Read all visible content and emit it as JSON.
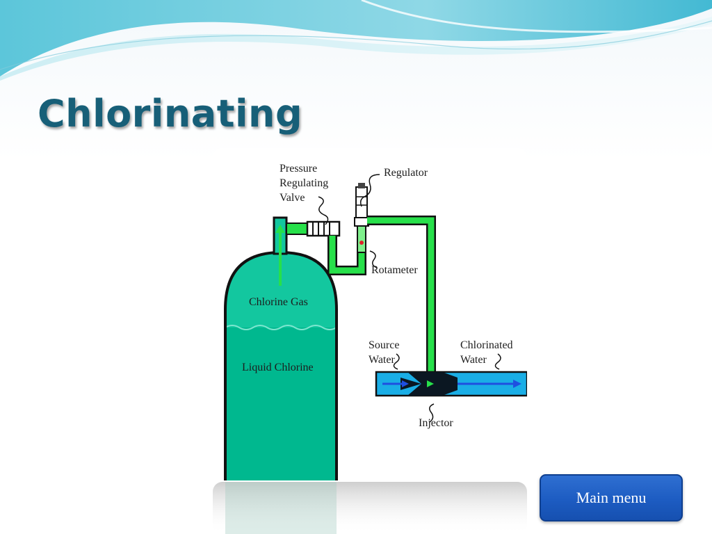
{
  "slide": {
    "title": "Chlorinating",
    "colors": {
      "title": "#175f78",
      "wave": "#5cc6da",
      "gas_liquid": "#00b897",
      "pipe": "#27e04a",
      "water": "#1aaee6",
      "button": "#1d5cc2"
    }
  },
  "diagram": {
    "labels": {
      "pressure_valve": [
        "Pressure",
        "Regulating",
        "Valve"
      ],
      "regulator": "Regulator",
      "rotameter": "Rotameter",
      "chlorine_gas": "Chlorine Gas",
      "liquid_chlorine": "Liquid Chlorine",
      "source_water": [
        "Source",
        "Water"
      ],
      "chlorinated_water": [
        "Chlorinated",
        "Water"
      ],
      "injector": "Injector"
    }
  },
  "nav": {
    "main_menu_label": "Main menu"
  }
}
